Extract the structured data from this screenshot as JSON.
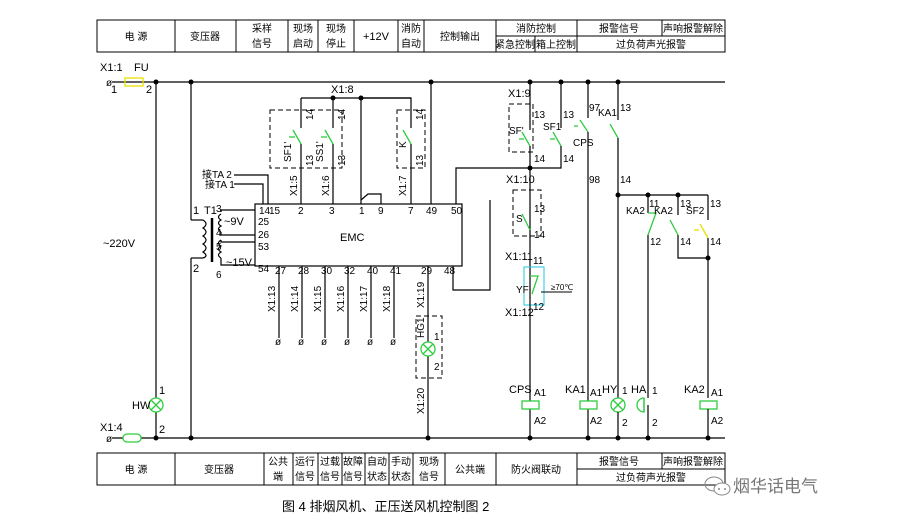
{
  "caption": "图 4   排烟风机、正压送风机控制图 2",
  "watermark": "烟华话电气",
  "top_header": {
    "cells": [
      {
        "label": "电    源"
      },
      {
        "label": "变压器"
      },
      {
        "label": "采样\n信号",
        "l1": "采样",
        "l2": "信号"
      },
      {
        "label": "现场启动",
        "l1": "现场",
        "l2": "启动"
      },
      {
        "label": "现场停止",
        "l1": "现场",
        "l2": "停止"
      },
      {
        "label": "+12V"
      },
      {
        "label": "消防自动",
        "l1": "消防",
        "l2": "自动"
      },
      {
        "label": "控制输出"
      }
    ],
    "fire_control": "消防控制",
    "emergency_control": "紧急控制",
    "box_control": "箱上控制",
    "alarm_signal": "报警信号",
    "sound_alarm_release": "声响报警解除",
    "overload_alarm": "过负荷声光报警"
  },
  "bottom_header": {
    "power": "电    源",
    "transformer": "变压器",
    "common": {
      "l1": "公共",
      "l2": "端"
    },
    "run_signal": {
      "l1": "运行",
      "l2": "信号"
    },
    "overload_signal": {
      "l1": "过载",
      "l2": "信号"
    },
    "fault_signal": {
      "l1": "故障",
      "l2": "信号"
    },
    "auto_state": {
      "l1": "自动",
      "l2": "状态"
    },
    "manual_state": {
      "l1": "手动",
      "l2": "状态"
    },
    "field_signal": {
      "l1": "现场",
      "l2": "信号"
    },
    "common_end": "公共端",
    "damper_linkage": "防火阀联动",
    "alarm_signal": "报警信号",
    "sound_alarm_release": "声响报警解除",
    "overload_alarm": "过负荷声光报警"
  },
  "labels": {
    "x1_1": "X1:1",
    "fu": "FU",
    "fu_1": "1",
    "fu_2": "2",
    "x1_4": "X1:4",
    "v220": "~220V",
    "hw": "HW",
    "hw_1": "1",
    "hw_2": "2",
    "t1": "T1",
    "t1_1": "1",
    "t1_2": "2",
    "t1_3": "3",
    "t1_4": "4",
    "t1_5": "5",
    "t1_6": "6",
    "v9": "~9V",
    "v15": "~15V",
    "ta2": "接TA 2",
    "ta1": "接TA 1",
    "emc": "EMC",
    "x1_8": "X1:8",
    "x1_5": "X1:5",
    "x1_6": "X1:6",
    "x1_7": "X1:7",
    "sf1p": "SF1'",
    "ss1p": "SS1'",
    "k": "K",
    "n13": "13",
    "n14": "14",
    "emc_top_pins": [
      "14",
      "15",
      "2",
      "3",
      "1",
      "9",
      "7",
      "49",
      "50"
    ],
    "emc_left_pins": [
      "25",
      "26",
      "53",
      "54"
    ],
    "emc_bottom_pins": [
      "27",
      "28",
      "30",
      "32",
      "40",
      "41",
      "29",
      "48"
    ],
    "terminals_bottom": [
      "X1:13",
      "X1:14",
      "X1:15",
      "X1:16",
      "X1:17",
      "X1:18"
    ],
    "x1_19": "X1:19",
    "x1_20": "X1:20",
    "hg1": "HG1",
    "x1_9": "X1:9",
    "x1_10": "X1:10",
    "x1_11": "X1:11",
    "x1_12": "X1:12",
    "sf": "SF'",
    "sf1": "SF1",
    "cps": "CPS",
    "ka1": "KA1",
    "s": "S",
    "n97": "97",
    "n98": "98",
    "n11": "11",
    "n12": "12",
    "yf": "YF",
    "yf_note": "≥70℃",
    "ka2": "KA2",
    "sf2": "SF2",
    "a1": "A1",
    "a2": "A2",
    "hy": "HY",
    "ha": "HA",
    "n1": "1",
    "n2": "2"
  },
  "colors": {
    "line": "#000000",
    "component_green": "#2ecc40",
    "fuse_yellow": "#e8e000",
    "yf_cyan": "#22c8e0"
  }
}
